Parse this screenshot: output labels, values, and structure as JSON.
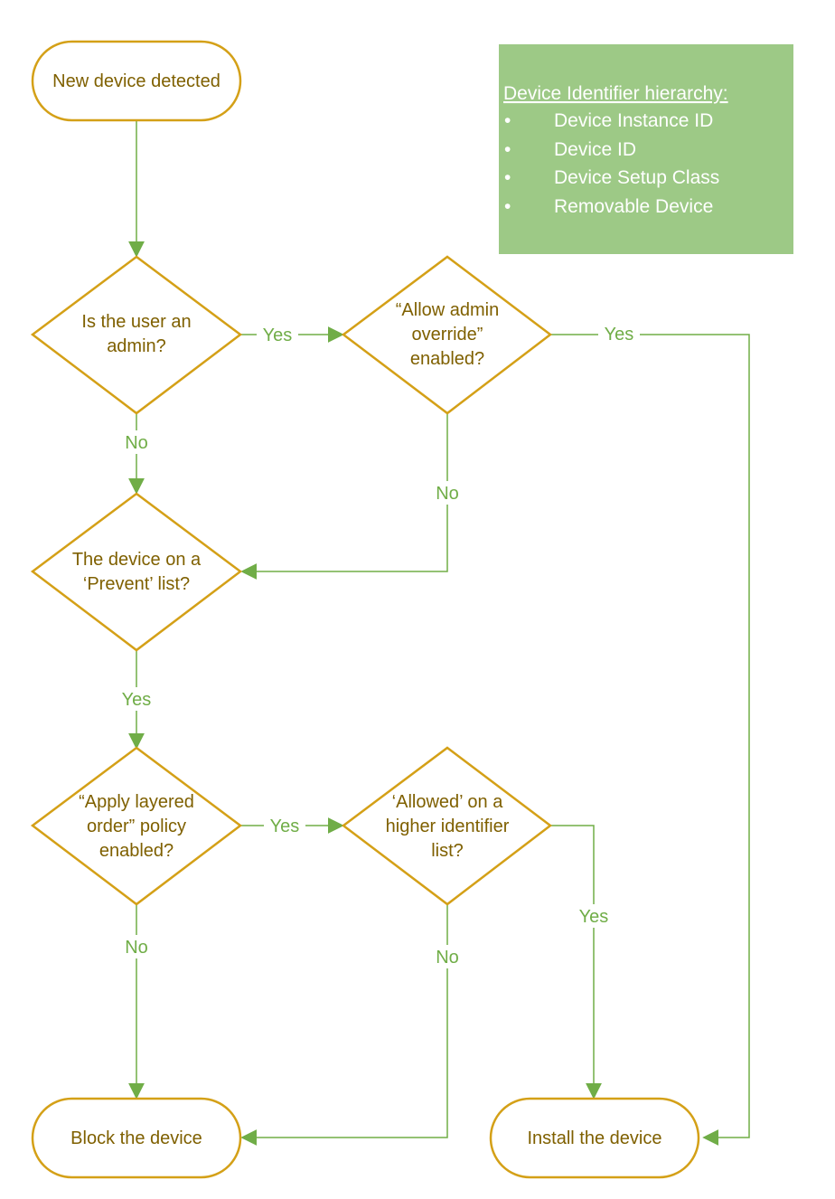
{
  "colors": {
    "node_border": "#d4a017",
    "node_text": "#7f6000",
    "edge": "#70ad47",
    "legend_fill": "#9dc986",
    "legend_text": "#ffffff"
  },
  "nodes": {
    "start": "New device detected",
    "is_admin": [
      "Is the user an",
      "admin?"
    ],
    "allow_override": [
      "“Allow admin",
      "override”",
      "enabled?"
    ],
    "prevent_list": [
      "The device on a",
      "‘Prevent’ list?"
    ],
    "layered_order": [
      "“Apply layered",
      "order” policy",
      "enabled?"
    ],
    "allowed_higher": [
      "‘Allowed’ on a",
      "higher identifier",
      "list?"
    ],
    "block": "Block the device",
    "install": "Install the device"
  },
  "edge_labels": {
    "admin_yes": "Yes",
    "admin_no": "No",
    "override_yes": "Yes",
    "override_no": "No",
    "prevent_yes": "Yes",
    "layered_yes": "Yes",
    "layered_no": "No",
    "allowed_yes": "Yes",
    "allowed_no": "No"
  },
  "legend": {
    "title": "Device Identifier hierarchy:",
    "bullet": "•",
    "items": [
      "Device Instance ID",
      "Device ID",
      "Device Setup Class",
      "Removable Device"
    ]
  }
}
